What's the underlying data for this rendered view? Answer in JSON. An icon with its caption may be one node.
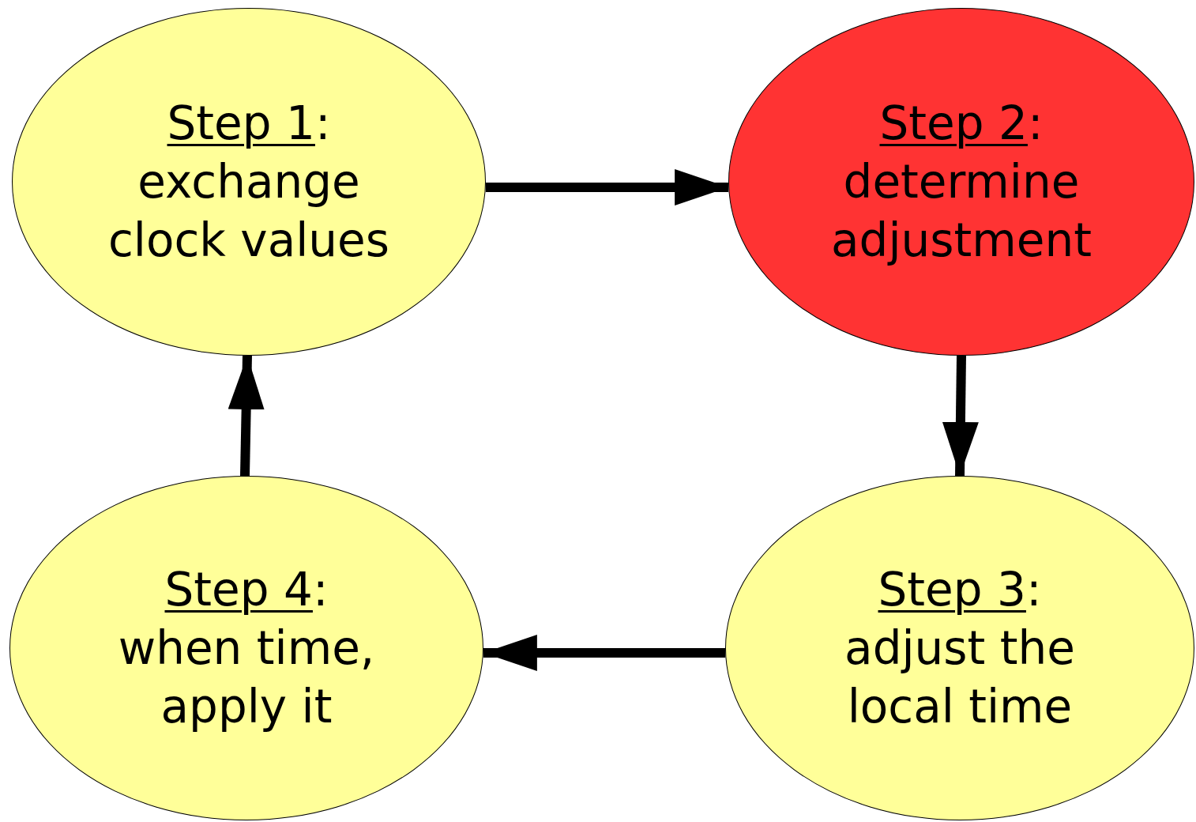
{
  "diagram": {
    "nodes": [
      {
        "text": [
          "Step 1:",
          "exchange clock values"
        ]
      },
      {
        "text": [
          "Step 2:",
          "determine adjustment"
        ]
      },
      {
        "text": [
          "Step 3:",
          "adjust the local time"
        ]
      },
      {
        "text": [
          "Step 4:",
          "when time, apply it"
        ]
      }
    ],
    "edges": [
      {
        "from": 0,
        "to": 1,
        "arrow": "to"
      },
      {
        "from": 1,
        "to": 2,
        "arrow": "to"
      },
      {
        "from": 2,
        "to": 3,
        "arrow": "to"
      },
      {
        "from": 3,
        "to": 0,
        "arrow": "to"
      }
    ]
  }
}
